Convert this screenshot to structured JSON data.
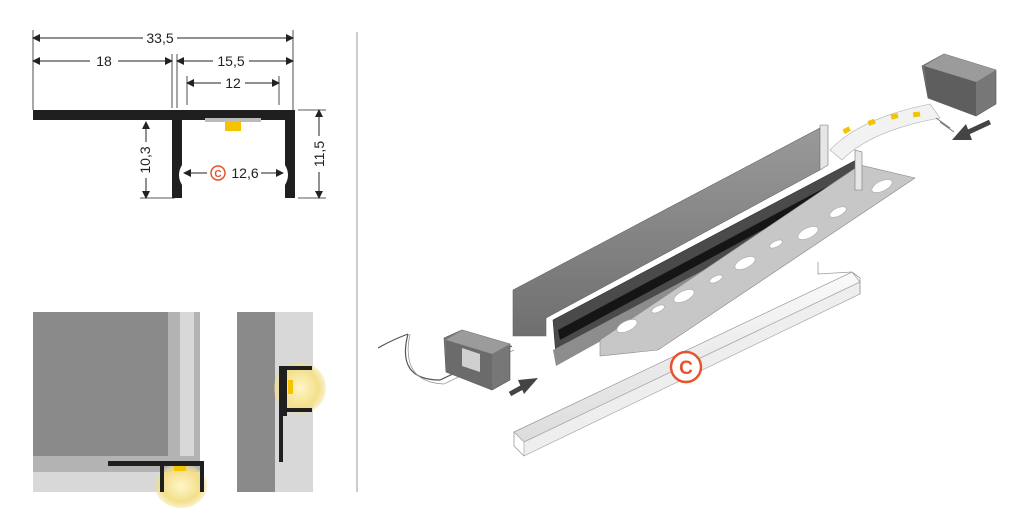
{
  "dimensions": {
    "total_width": "33,5",
    "left_flange": "18",
    "right_part": "15,5",
    "channel_width": "12",
    "inner_height": "10,3",
    "diffuser_width": "12,6",
    "outer_height": "11,5"
  },
  "badge": {
    "letter": "C",
    "accent_color": "#e8532b"
  },
  "colors": {
    "profile": "#1f1f1f",
    "wall_grey": "#8a8a8a",
    "light_strip": "#d8d8d8",
    "led_yellow": "#f5c400"
  },
  "icons": {
    "arrow_in_left": "arrow-up-right-icon",
    "arrow_in_right": "arrow-down-left-icon"
  }
}
